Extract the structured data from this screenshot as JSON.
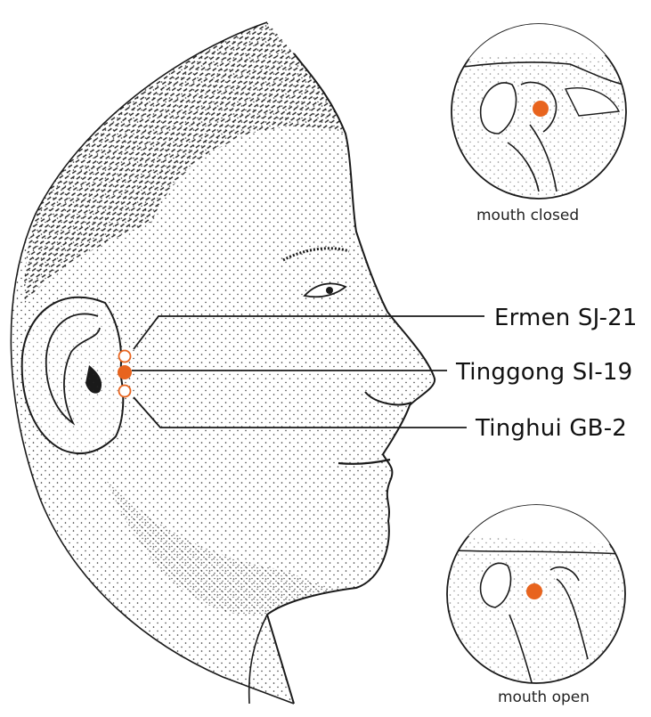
{
  "labels": {
    "ermen": "Ermen SJ-21",
    "tinggong": "Tinggong SI-19",
    "tinghui": "Tinghui GB-2",
    "mouth_closed": "mouth closed",
    "mouth_open": "mouth open"
  },
  "colors": {
    "point": "#E8641E",
    "ink": "#1a1a1a"
  },
  "points": [
    {
      "name": "Ermen SJ-21",
      "style": "hollow"
    },
    {
      "name": "Tinggong SI-19",
      "style": "filled"
    },
    {
      "name": "Tinghui GB-2",
      "style": "hollow"
    }
  ]
}
